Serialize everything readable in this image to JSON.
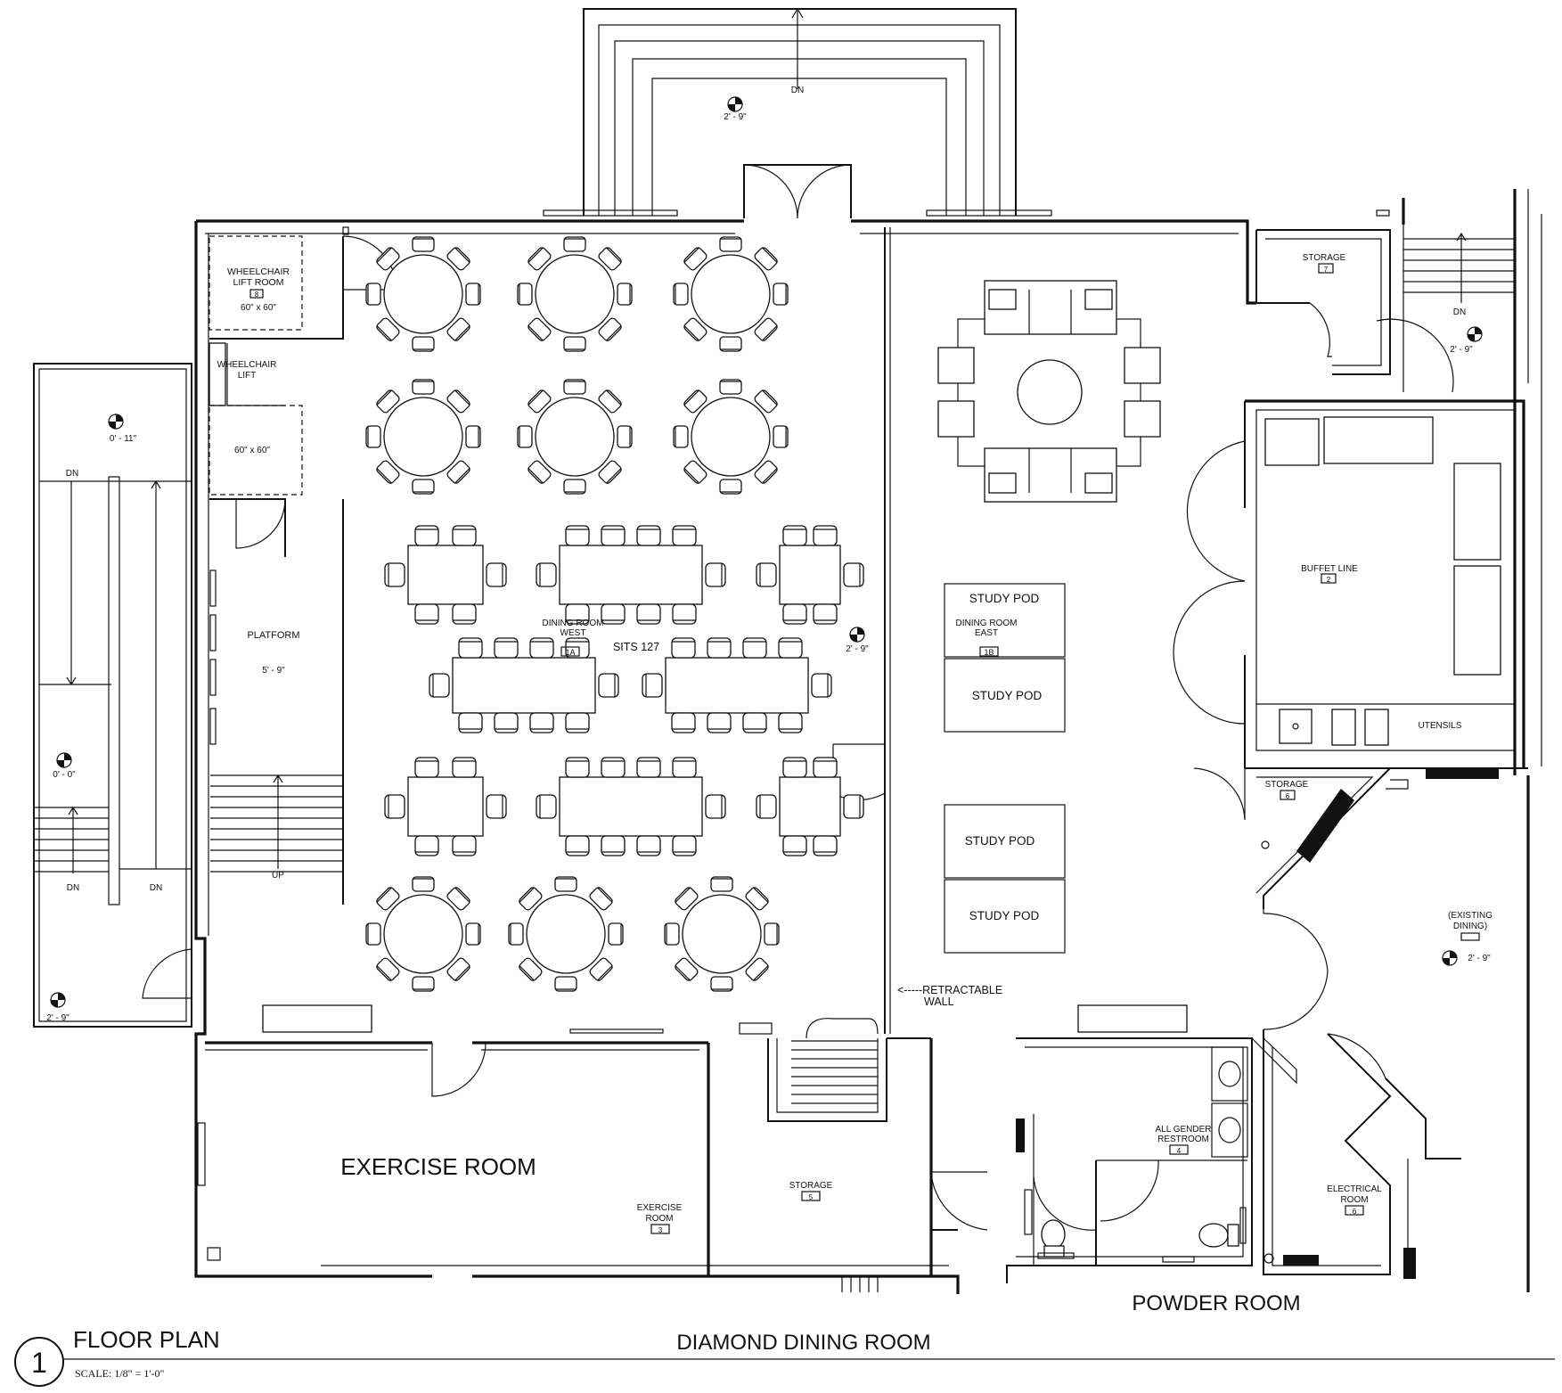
{
  "title": {
    "sheet_number": "1",
    "plan_title": "FLOOR PLAN",
    "scale": "SCALE: 1/8\" = 1'-0\"",
    "project_name": "DIAMOND DINING ROOM"
  },
  "rooms": {
    "wheelchair_lift_room": {
      "name_line1": "WHEELCHAIR",
      "name_line2": "LIFT ROOM",
      "tag": "8",
      "size": "60\" x 60\""
    },
    "wheelchair_lift": {
      "name_line1": "WHEELCHAIR",
      "name_line2": "LIFT",
      "size": "60\" x 60\""
    },
    "platform": {
      "name": "PLATFORM",
      "elevation": "5' - 9\""
    },
    "dining_room_west": {
      "name_line1": "DINING ROOM",
      "name_line2": "WEST",
      "tag": "1A",
      "capacity": "SITS 127"
    },
    "dining_room_east": {
      "name_line1": "DINING ROOM",
      "name_line2": "EAST",
      "tag": "1B"
    },
    "study_pods": [
      "STUDY POD",
      "STUDY POD",
      "STUDY POD",
      "STUDY POD"
    ],
    "storage_7": {
      "name": "STORAGE",
      "tag": "7"
    },
    "buffet_line": {
      "name": "BUFFET LINE",
      "tag": "2",
      "utensils": "UTENSILS"
    },
    "storage_6": {
      "name": "STORAGE",
      "tag": "6"
    },
    "existing_dining": {
      "name_line1": "(EXISTING",
      "name_line2": "DINING)",
      "elevation": "2' - 9\""
    },
    "exercise_room": {
      "big_label": "EXERCISE ROOM",
      "name_line1": "EXERCISE",
      "name_line2": "ROOM",
      "tag": "3"
    },
    "storage_5": {
      "name": "STORAGE",
      "tag": "5"
    },
    "restroom": {
      "name_line1": "ALL GENDER",
      "name_line2": "RESTROOM",
      "tag": "4"
    },
    "electrical": {
      "name_line1": "ELECTRICAL",
      "name_line2": "ROOM",
      "tag": "6"
    },
    "powder_room": {
      "big_label": "POWDER ROOM"
    }
  },
  "annotations": {
    "retractable_wall_line1": "<-----RETRACTABLE",
    "retractable_wall_line2": "WALL",
    "stair_dn": "DN",
    "stair_up": "UP",
    "elevations": {
      "north_entry": "2' - 9\"",
      "left_landing_top": "0' - 11\"",
      "left_landing_mid": "0' - 0\"",
      "left_landing_bottom": "2' - 9\"",
      "dining_mid": "2' - 9\"",
      "ne_stair": "2' - 9\""
    }
  }
}
